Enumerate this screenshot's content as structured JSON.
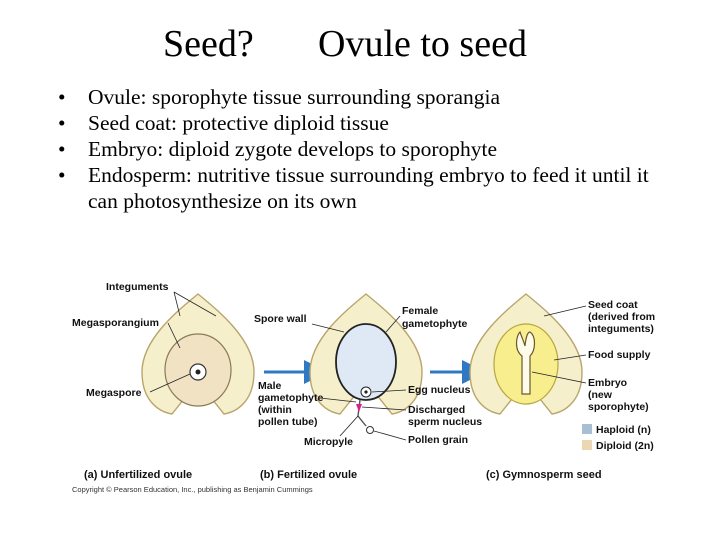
{
  "title": {
    "left": "Seed?",
    "right": "Ovule to seed"
  },
  "bullets": [
    "Ovule: sporophyte tissue surrounding sporangia",
    "Seed coat: protective diploid tissue",
    "Embryo: diploid zygote develops to sporophyte",
    "Endosperm: nutritive tissue surrounding embryo to feed it until it can photosynthesize on its own"
  ],
  "bullet_symbol": "•",
  "diagram": {
    "panel_a": {
      "labels": {
        "integuments": "Integuments",
        "megasporangium": "Megasporangium",
        "megaspore": "Megaspore"
      },
      "caption": "(a) Unfertilized ovule"
    },
    "panel_b": {
      "labels": {
        "spore_wall": "Spore wall",
        "female_gametophyte_1": "Female",
        "female_gametophyte_2": "gametophyte",
        "male_1": "Male",
        "male_2": "gametophyte",
        "male_3": "(within",
        "male_4": "pollen tube)",
        "egg_nucleus": "Egg nucleus",
        "discharged_1": "Discharged",
        "discharged_2": "sperm nucleus",
        "pollen_grain": "Pollen grain",
        "micropyle": "Micropyle"
      },
      "caption": "(b) Fertilized ovule"
    },
    "panel_c": {
      "labels": {
        "seed_coat_1": "Seed coat",
        "seed_coat_2": "(derived from",
        "seed_coat_3": "integuments)",
        "food_supply": "Food supply",
        "embryo_1": "Embryo",
        "embryo_2": "(new",
        "embryo_3": "sporophyte)"
      },
      "caption": "(c) Gymnosperm seed"
    },
    "legend": {
      "haploid": "Haploid (n)",
      "diploid": "Diploid (2n)"
    },
    "copyright": "Copyright © Pearson Education, Inc., publishing as Benjamin Cummings",
    "colors": {
      "integument": "#f6efcc",
      "integument_stroke": "#b9a56a",
      "megasporangium": "#f1e2c4",
      "gametophyte": "#dfe9f6",
      "food_supply": "#f8ee8e",
      "arrow": "#2f78c4",
      "haploid_swatch": "#a8bfd3",
      "diploid_swatch": "#ecd7b2",
      "sperm": "#d8208a"
    }
  }
}
